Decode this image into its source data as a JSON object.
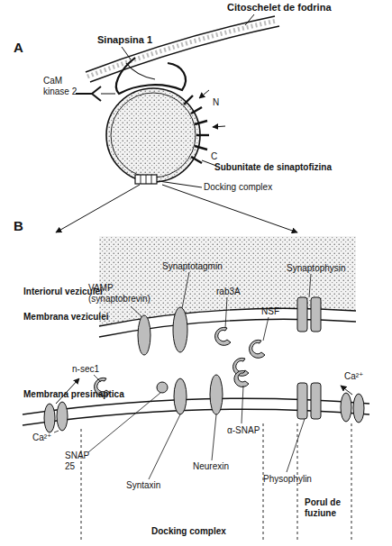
{
  "diagram": {
    "labels": [
      "A",
      "Citoschelet de fodrina",
      "Sinapsina 1",
      "CaM kinase 2",
      "N",
      "C",
      "Subunitate de sinaptofizina",
      "Docking complex",
      "B",
      "Interiorul veziculei",
      "Membrana veziculei",
      "VAMP (synaptobrevin)",
      "Synaptotagmin",
      "Synaptophysin",
      "rab3A",
      "NSF",
      "n-sec1",
      "Membrana presinaptica",
      "Ca²⁺",
      "Ca²⁺",
      "SNAP 25",
      "Syntaxin",
      "Neurexin",
      "α-SNAP",
      "Physophylin",
      "Porul de fuziune",
      "Docking complex"
    ]
  }
}
